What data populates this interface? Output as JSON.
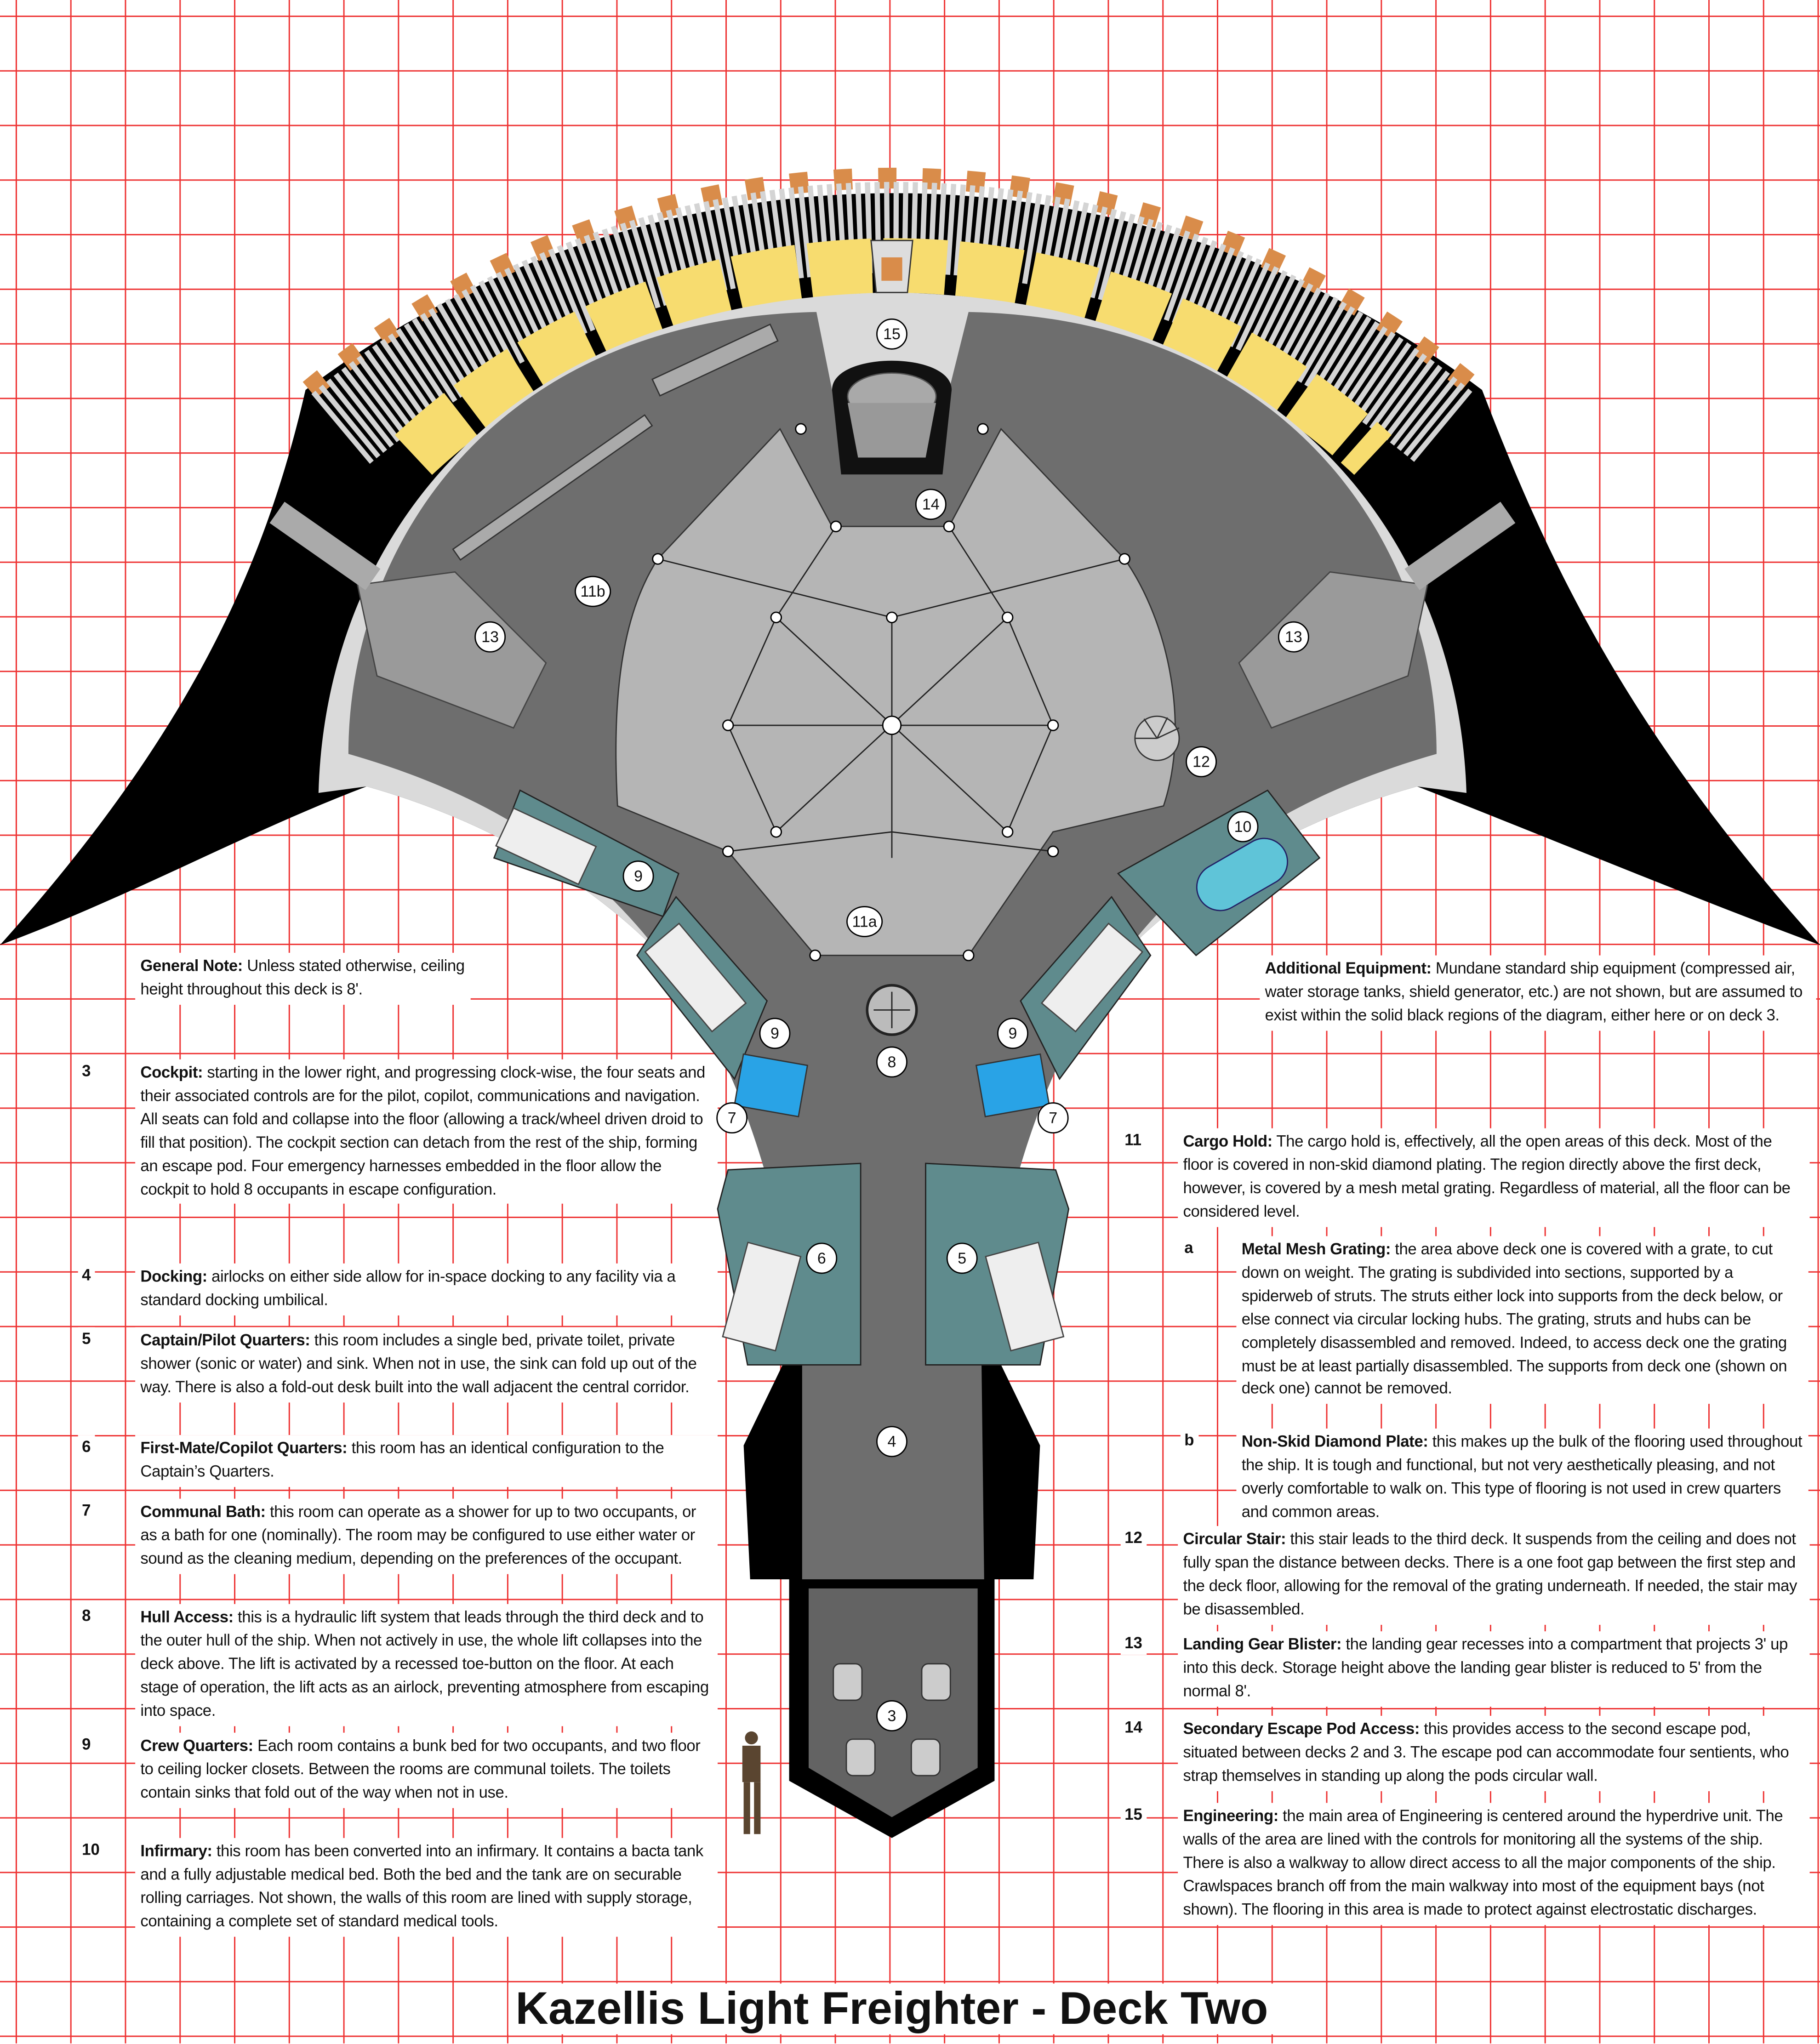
{
  "title": "Kazellis Light Freighter - Deck Two",
  "markers": [
    "15",
    "14",
    "11b",
    "13",
    "13",
    "12",
    "10",
    "9",
    "11a",
    "8",
    "9",
    "9",
    "7",
    "7",
    "6",
    "5",
    "4",
    "3"
  ],
  "general_note": {
    "label": "General Note:",
    "text": " Unless stated otherwise, ceiling height throughout this deck is 8'."
  },
  "additional_equipment": {
    "label": "Additional Equipment:",
    "text": " Mundane standard ship equipment (compressed air, water storage tanks, shield generator, etc.) are not shown, but are assumed to exist within the solid black regions of the diagram, either here or on deck 3."
  },
  "legend_left": [
    {
      "num": "3",
      "label": "Cockpit:",
      "text": " starting in the lower right, and progressing clock-wise, the four seats and their associated controls are for the pilot, copilot, communications and navigation. All seats can fold and collapse into the floor (allowing a track/wheel driven droid to fill that position). The cockpit section can detach from the rest of the ship, forming an escape pod. Four emergency harnesses embedded in the floor allow the cockpit to hold 8 occupants in escape configuration."
    },
    {
      "num": "4",
      "label": "Docking:",
      "text": " airlocks on either side allow for in-space docking to any facility via a standard docking umbilical."
    },
    {
      "num": "5",
      "label": "Captain/Pilot Quarters:",
      "text": " this room includes a single bed, private toilet, private shower (sonic or water) and sink. When not in use, the sink can fold up out of the way. There is also a fold-out desk built into the wall adjacent the central corridor."
    },
    {
      "num": "6",
      "label": "First-Mate/Copilot Quarters:",
      "text": " this room has an identical configuration to the Captain’s Quarters."
    },
    {
      "num": "7",
      "label": "Communal Bath:",
      "text": " this room can operate as a shower for up to two occupants, or as a bath for one (nominally). The room may be configured to use either water or sound as the cleaning medium, depending on the preferences of the occupant."
    },
    {
      "num": "8",
      "label": "Hull Access:",
      "text": " this is a hydraulic lift system that leads through the third deck and to the outer hull of the ship. When not actively in use, the whole lift collapses into the deck above. The lift is activated by a recessed toe-button on the floor. At each stage of operation, the lift acts as an airlock, preventing atmosphere from escaping into space."
    },
    {
      "num": "9",
      "label": "Crew Quarters:",
      "text": " Each room contains a bunk bed for two occupants, and two floor to ceiling locker closets. Between the rooms are communal toilets. The toilets contain sinks that fold out of the way when not in use."
    },
    {
      "num": "10",
      "label": "Infirmary:",
      "text": " this room has been converted into an infirmary. It contains a bacta tank and a fully adjustable medical bed. Both the bed and the tank are on securable rolling carriages. Not shown, the walls of this room are lined with supply storage, containing a complete set of standard medical tools."
    }
  ],
  "legend_right": [
    {
      "num": "11",
      "label": "Cargo Hold:",
      "text": " The cargo hold is, effectively, all the open areas of this deck. Most of the floor is covered in non-skid diamond plating. The region directly above the first deck, however, is covered by a mesh metal grating. Regardless of material, all the floor can be considered level."
    },
    {
      "num": "a",
      "label": "Metal Mesh Grating:",
      "text": " the area above deck one is covered with a grate, to cut down on weight. The grating is subdivided into sections, supported by a spiderweb of struts. The struts either lock into supports from the deck below, or else connect via circular locking hubs. The grating, struts and hubs can be completely disassembled and removed. Indeed, to access deck one the grating must be at least partially disassembled. The supports from deck one (shown on deck one) cannot be removed."
    },
    {
      "num": "b",
      "label": "Non-Skid Diamond Plate:",
      "text": " this makes up the bulk of the flooring used throughout the ship. It is tough and functional, but not very aesthetically pleasing, and not overly comfortable to walk on. This type of flooring is not used in crew quarters and common areas."
    },
    {
      "num": "12",
      "label": "Circular Stair:",
      "text": " this stair leads to the third deck. It suspends from the ceiling and does not fully span the distance between decks. There is a one foot gap between the first step and the deck floor, allowing for the removal of the grating underneath. If needed, the stair may be disassembled."
    },
    {
      "num": "13",
      "label": "Landing Gear Blister:",
      "text": " the landing gear recesses into a compartment that projects 3' up into this deck. Storage height above the landing gear blister is reduced to 5' from the normal 8'."
    },
    {
      "num": "14",
      "label": "Secondary Escape Pod Access:",
      "text": " this provides access to the second escape pod, situated between decks 2 and 3. The escape pod can accommodate four sentients, who strap themselves in standing up along the pods circular wall."
    },
    {
      "num": "15",
      "label": "Engineering:",
      "text": " the main area of Engineering is centered around the hyperdrive unit. The walls of the area are lined with the controls for monitoring all the systems of the ship. There is also a walkway to allow direct access to all the major components of the ship. Crawlspaces branch off from the main walkway into most of the equipment bays (not shown). The flooring in this area is made to protect against electrostatic discharges."
    }
  ],
  "colors": {
    "hull": "#000000",
    "floor": "#6e6e6e",
    "grating": "#b9b9b9",
    "walkway": "#d8d8d8",
    "seat_panel": "#f7dc6f",
    "coil": "#cfcfcf",
    "coil_cap": "#d98c4a",
    "quarters": "#5f8b8d",
    "bath_water": "#29a3e6",
    "grid": "#e33333"
  }
}
